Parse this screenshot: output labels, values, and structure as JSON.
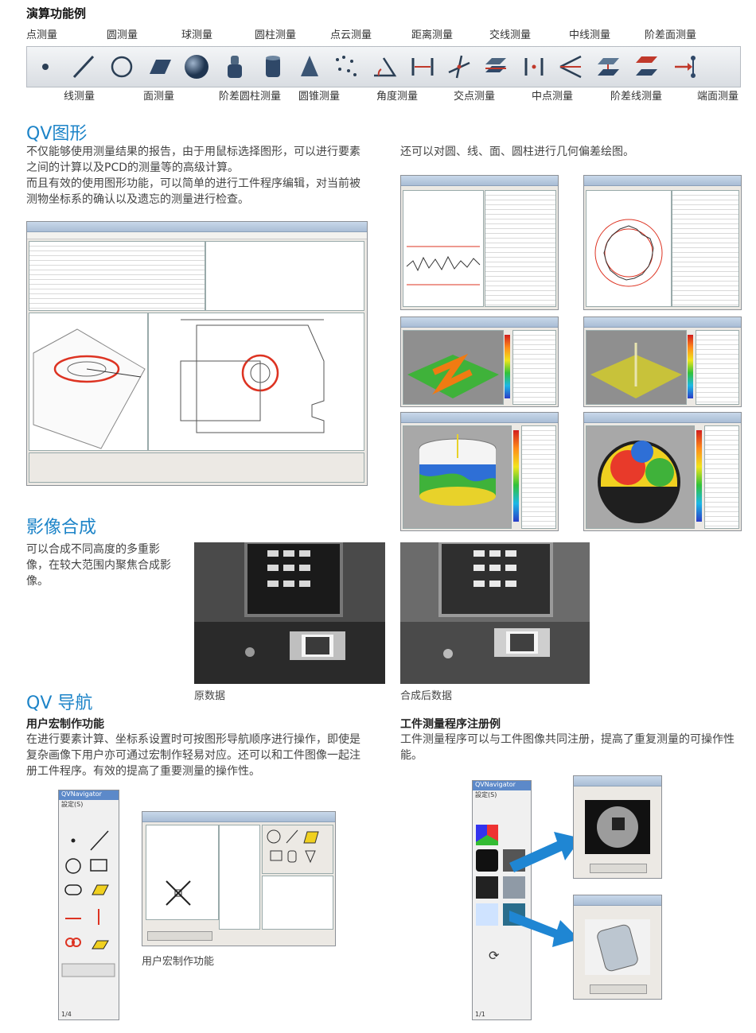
{
  "header": {
    "title": "演算功能例"
  },
  "toolbar": {
    "top_labels": [
      "点测量",
      "圆测量",
      "球测量",
      "圆柱测量",
      "点云测量",
      "距离测量",
      "交线测量",
      "中线测量",
      "阶差面测量"
    ],
    "bottom_labels": [
      "线测量",
      "面测量",
      "阶差圆柱测量",
      "圆锥测量",
      "角度测量",
      "交点测量",
      "中点测量",
      "阶差线测量",
      "端面测量"
    ],
    "icons": [
      "point-icon",
      "line-icon",
      "circle-icon",
      "plane-icon",
      "sphere-icon",
      "stepped-cylinder-icon",
      "cylinder-icon",
      "cone-icon",
      "point-cloud-icon",
      "angle-icon",
      "distance-icon",
      "intersection-point-icon",
      "intersection-line-icon",
      "midpoint-icon",
      "midline-icon",
      "step-plane-icon",
      "step-line-icon",
      "end-face-icon"
    ]
  },
  "qv_graph": {
    "title": "QV图形",
    "para1": "不仅能够使用测量结果的报告，由于用鼠标选择图形，可以进行要素之间的计算以及PCD的测量等的高级计算。",
    "para2": "而且有效的使用图形功能，可以简单的进行工件程序编辑，对当前被测物坐标系的确认以及遗忘的测量进行检查。",
    "right_text": "还可以对圆、线、面、圆柱进行几何偏差绘图。"
  },
  "image_synthesis": {
    "title": "影像合成",
    "para": "可以合成不同高度的多重影像，在较大范围内聚焦合成影像。",
    "caption_original": "原数据",
    "caption_composite": "合成后数据"
  },
  "qv_navi": {
    "title": "QV 导航",
    "macro_title": "用户宏制作功能",
    "macro_text": "在进行要素计算、坐标系设置时可按图形导航顺序进行操作，即使是复杂画像下用户亦可通过宏制作轻易对应。还可以和工件图像一起注册工件程序。有效的提高了重要测量的操作性。",
    "macro_caption": "用户宏制作功能",
    "program_title": "工件测量程序注册例",
    "program_text": "工件测量程序可以与工件图像共同注册，提高了重复测量的可操作性能。",
    "navigator_title": "QVNavigator",
    "navigator_menu": "設定(S)",
    "navigator_page": "1/4",
    "navigator2_page": "1/1"
  },
  "colors": {
    "accent": "#1d84c8",
    "arrow": "#1f86d3"
  }
}
